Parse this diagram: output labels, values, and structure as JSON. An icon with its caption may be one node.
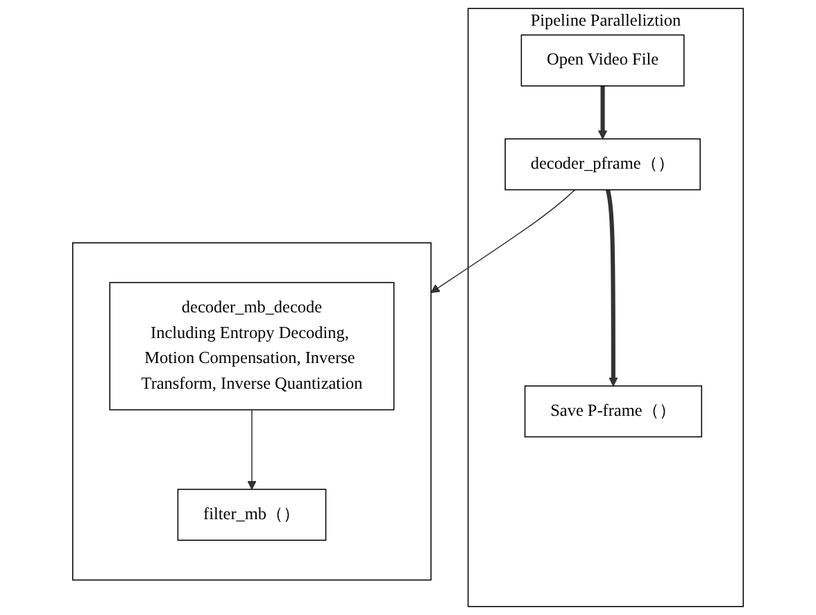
{
  "diagram": {
    "nodes": [
      {
        "text": [
          "Pipeline Paralleliztion"
        ]
      },
      {
        "text": [
          "Open Video File"
        ],
        "in": 0
      },
      {
        "text": [
          "decoder_pframe（）"
        ],
        "in": 0
      },
      {
        "text": [
          "Save P-frame（）"
        ],
        "in": 0
      },
      {
        "text": [],
        "shape": "box"
      },
      {
        "text": [
          "decoder_mb_decode",
          "Including Entropy Decoding, Motion Compensation, Inverse Transform, Inverse Quantization"
        ],
        "in": 4
      },
      {
        "text": [
          "filter_mb（）"
        ],
        "in": 4
      }
    ],
    "edges": [
      {
        "from": 1,
        "to": 2,
        "arrow": "to",
        "style": "thick"
      },
      {
        "from": 2,
        "to": 3,
        "arrow": "to",
        "style": "thick"
      },
      {
        "from": 2,
        "to": 4,
        "arrow": "to"
      },
      {
        "from": 5,
        "to": 6,
        "arrow": "to"
      }
    ]
  }
}
